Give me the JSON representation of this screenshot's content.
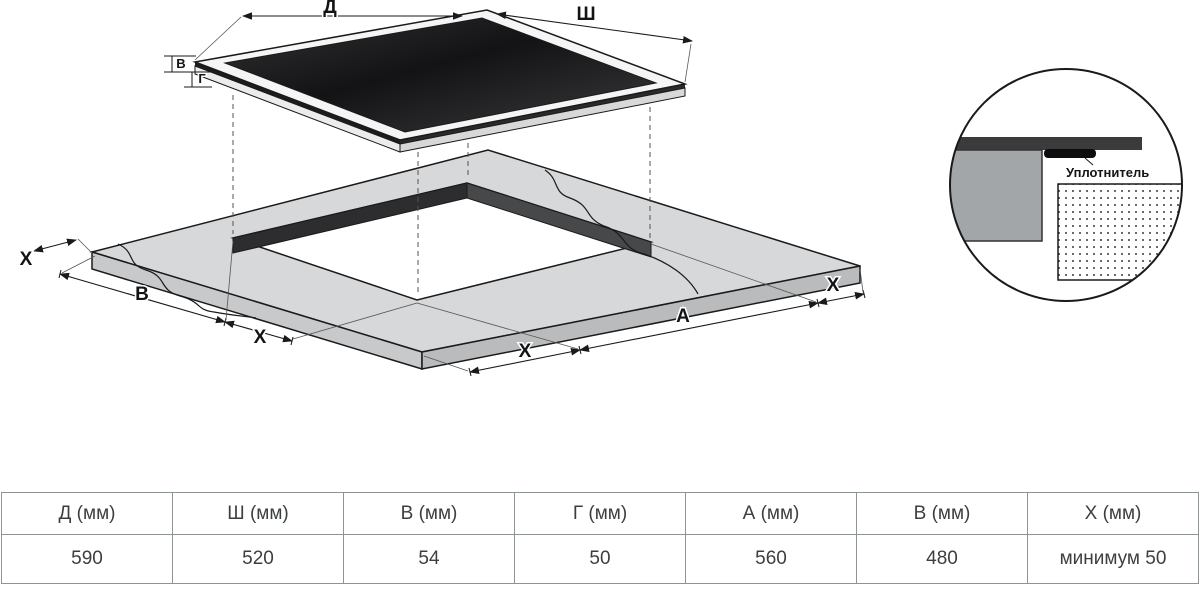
{
  "diagram": {
    "dims": {
      "top_length": "Д",
      "top_width": "Ш",
      "panel_height": "В",
      "mount_depth": "Г",
      "cutout_width": "В",
      "cutout_length": "А",
      "clearance": "Х"
    },
    "detail": {
      "seal_label": "Уплотнитель"
    }
  },
  "table": {
    "headers": [
      "Д (мм)",
      "Ш (мм)",
      "В (мм)",
      "Г (мм)",
      "А (мм)",
      "В (мм)",
      "Х (мм)"
    ],
    "values": [
      "590",
      "520",
      "54",
      "50",
      "560",
      "480",
      "минимум 50"
    ]
  }
}
